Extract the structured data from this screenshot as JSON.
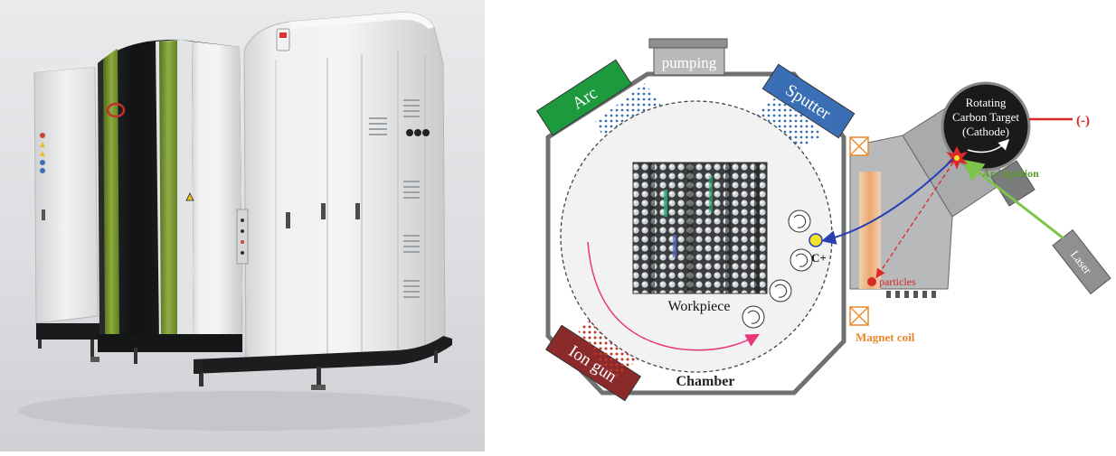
{
  "diagram": {
    "ports": {
      "pumping": "pumping",
      "arc": "Arc",
      "sputter": "Sputter",
      "ion_gun": "Ion gun"
    },
    "chamber_label": "Chamber",
    "workpiece_label": "Workpiece",
    "ion_label": "C+",
    "target_label_lines": [
      "Rotating",
      "Carbon Target",
      "(Cathode)"
    ],
    "polarity_label": "(-)",
    "arc_ignition_label": "Arc Ignition",
    "laser_label": "Laser",
    "particles_label": "particles",
    "magnet_coil_label": "Magnet coil"
  },
  "colors": {
    "arc_tag": "#1e9a3e",
    "sputter_tag": "#3a6fb5",
    "ion_gun_tag": "#8a2a2a",
    "ion_trajectory": "#2a3fb5",
    "particle_trajectory": "#e02828",
    "rotation_arrow": "#e8357a",
    "laser_beam": "#7cc44a",
    "magnet_coil_text": "#e8882a",
    "arc_ignition_text": "#5a9a2a"
  }
}
